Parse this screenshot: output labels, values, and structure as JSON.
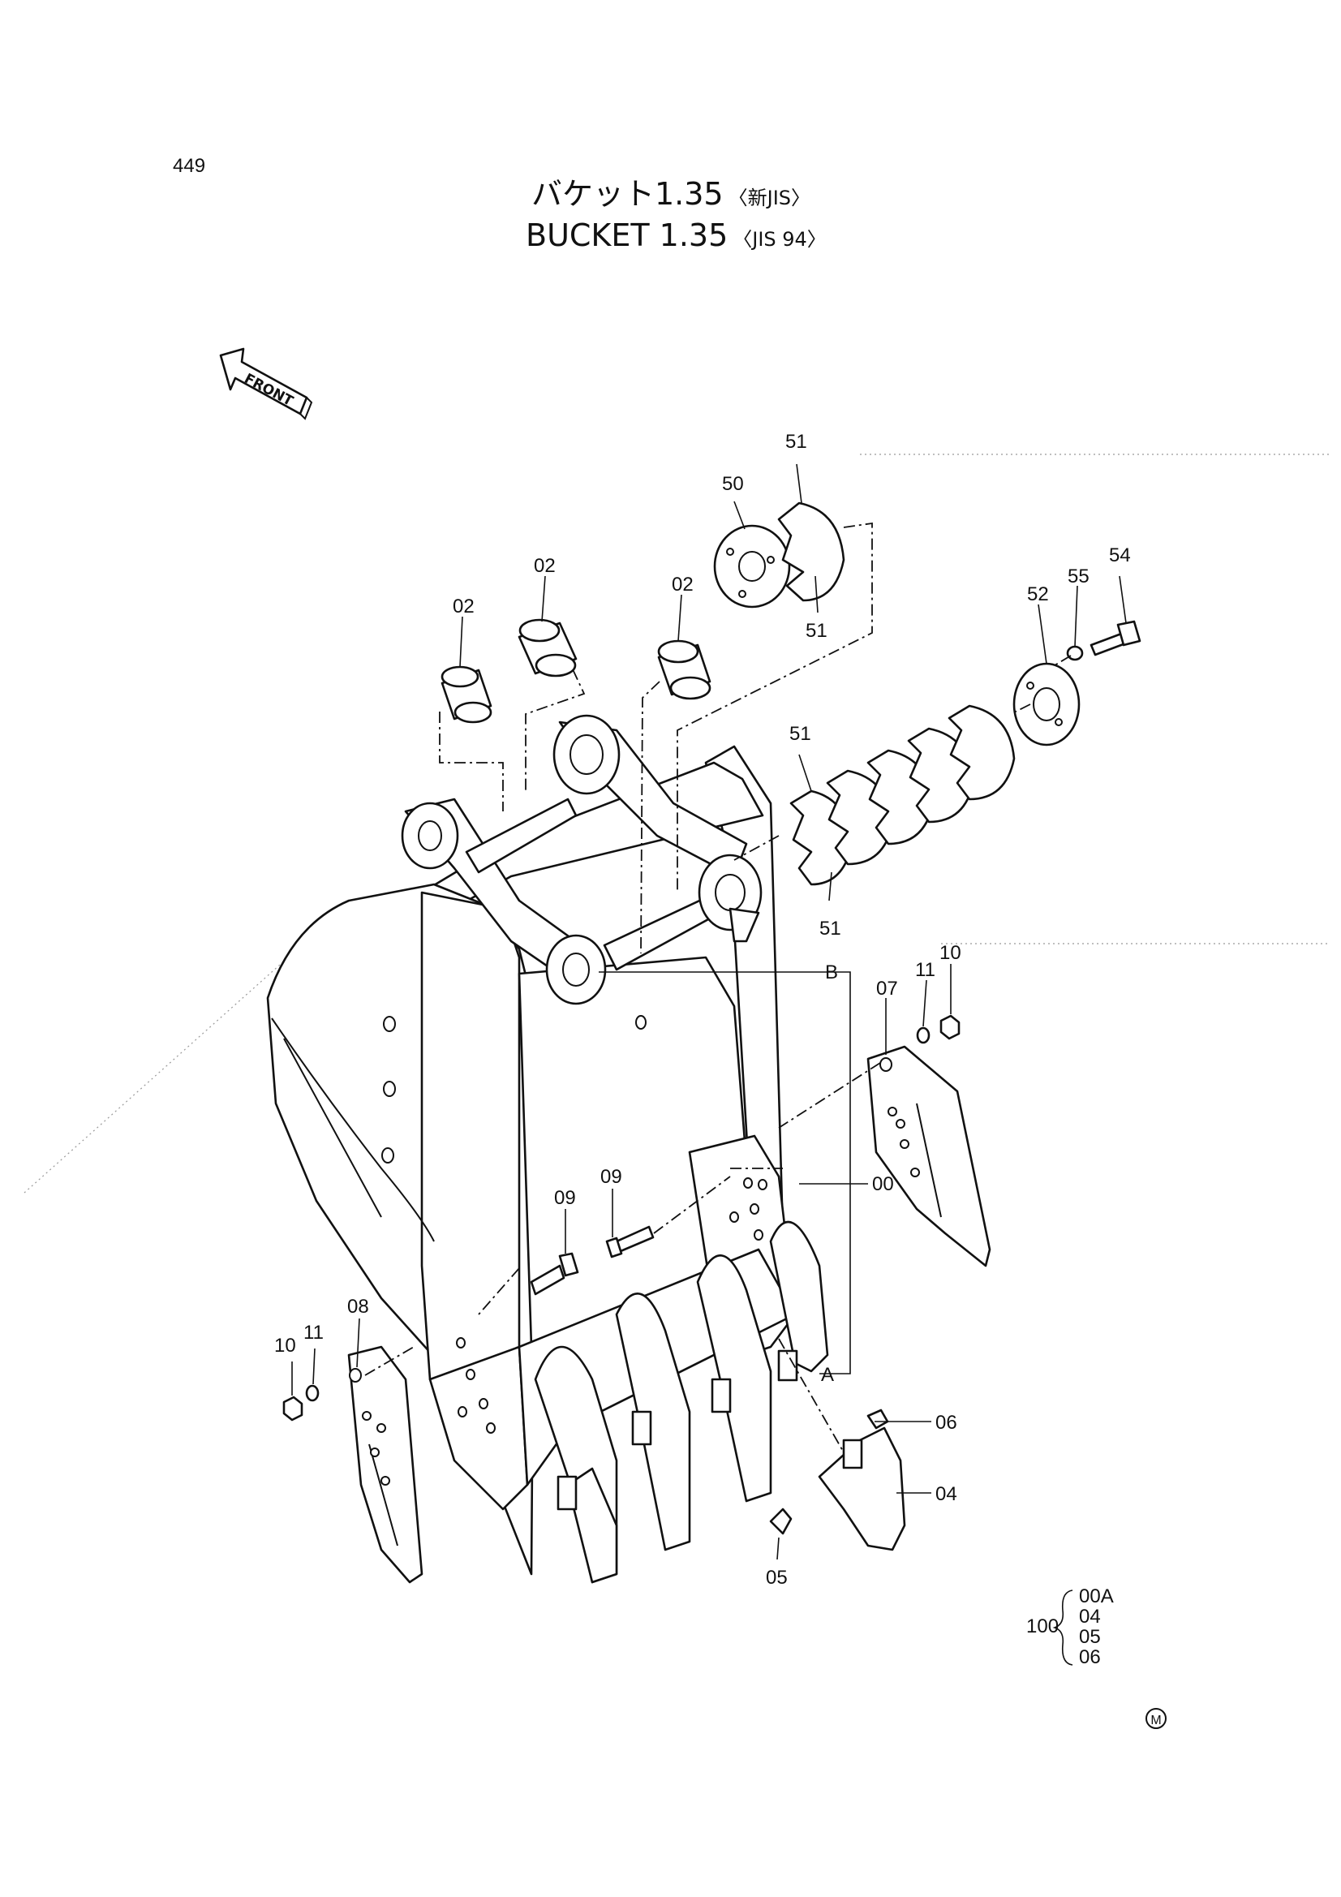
{
  "page_number": "449",
  "title": {
    "jp_main": "バケット1.35",
    "jp_sub": "〈新JIS〉",
    "en_main": "BUCKET 1.35",
    "en_sub": "〈JIS 94〉"
  },
  "front_indicator": "FRONT",
  "callouts": {
    "c00": "00",
    "c02a": "02",
    "c02b": "02",
    "c02c": "02",
    "c04": "04",
    "c05": "05",
    "c06": "06",
    "c07": "07",
    "c08": "08",
    "c09a": "09",
    "c09b": "09",
    "c10a": "10",
    "c10b": "10",
    "c11a": "11",
    "c11b": "11",
    "c50": "50",
    "c51a": "51",
    "c51b": "51",
    "c51c": "51",
    "c51d": "51",
    "c52": "52",
    "c54": "54",
    "c55": "55",
    "refA": "A",
    "refB": "B"
  },
  "kit": {
    "number": "100",
    "items": [
      "00A",
      "04",
      "05",
      "06"
    ]
  },
  "marking": "M"
}
